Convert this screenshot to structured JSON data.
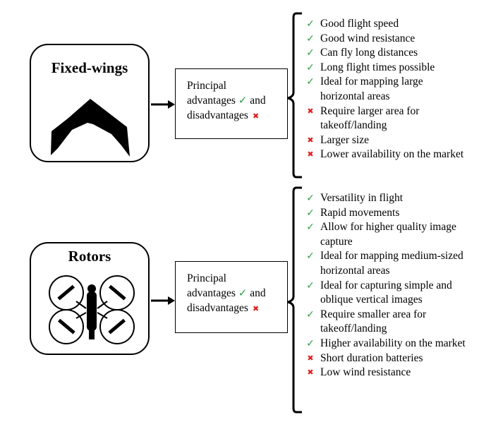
{
  "fixed_wings": {
    "title": "Fixed-wings",
    "summary_box": {
      "line1": "Principal",
      "line2_prefix": "advantages",
      "line2_suffix": "and",
      "line3": "disadvantages"
    },
    "items": [
      {
        "type": "pro",
        "text": "Good flight speed"
      },
      {
        "type": "pro",
        "text": "Good wind resistance"
      },
      {
        "type": "pro",
        "text": "Can fly long distances"
      },
      {
        "type": "pro",
        "text": "Long flight times possible"
      },
      {
        "type": "pro",
        "text": "Ideal for mapping large horizontal areas"
      },
      {
        "type": "con",
        "text": "Require larger area for takeoff/landing"
      },
      {
        "type": "con",
        "text": "Larger size"
      },
      {
        "type": "con",
        "text": "Lower availability on the market"
      }
    ]
  },
  "rotors": {
    "title": "Rotors",
    "summary_box": {
      "line1": "Principal",
      "line2_prefix": "advantages",
      "line2_suffix": "and",
      "line3": "disadvantages"
    },
    "items": [
      {
        "type": "pro",
        "text": "Versatility in flight"
      },
      {
        "type": "pro",
        "text": "Rapid movements"
      },
      {
        "type": "pro",
        "text": "Allow for higher quality image capture"
      },
      {
        "type": "pro",
        "text": "Ideal for mapping medium-sized horizontal areas"
      },
      {
        "type": "pro",
        "text": "Ideal for capturing simple and oblique vertical images"
      },
      {
        "type": "pro",
        "text": "Require smaller area for takeoff/landing"
      },
      {
        "type": "pro",
        "text": "Higher availability on the market"
      },
      {
        "type": "con",
        "text": "Short duration batteries"
      },
      {
        "type": "con",
        "text": "Low wind resistance"
      }
    ]
  },
  "symbols": {
    "pro": "✓",
    "con": "✖"
  },
  "colors": {
    "pro": "#2e9e47",
    "con": "#e0211f"
  }
}
